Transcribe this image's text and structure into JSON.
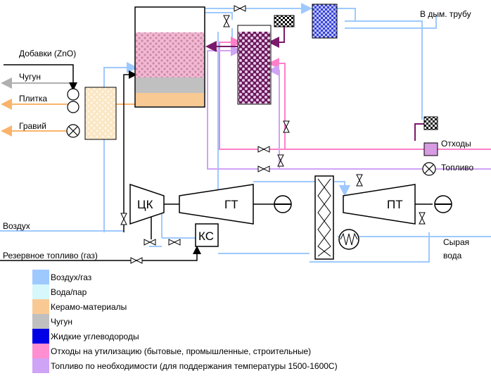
{
  "labels": {
    "to_chimney": "В дым. трубу",
    "additives": "Добавки (ZnO)",
    "cast_iron": "Чугун",
    "tile": "Плитка",
    "gravel": "Гравий",
    "waste": "Отходы",
    "fuel": "Топливо",
    "air": "Воздух",
    "reserve_fuel": "Резервное топливо (газ)",
    "raw_water": "Сырая вода",
    "compressor": "ЦК",
    "gas_turbine": "ГТ",
    "combustion_chamber": "КС",
    "steam_turbine": "ПТ"
  },
  "legend": [
    {
      "color": "#9ec9ff",
      "text": "Воздух/газ"
    },
    {
      "color": "#d6f7fb",
      "text": "Вода/пар"
    },
    {
      "color": "#f9c994",
      "text": "Керамо-материалы"
    },
    {
      "color": "#c0c0c0",
      "text": "Чугун"
    },
    {
      "color": "#0000e6",
      "text": "Жидкие углеводороды"
    },
    {
      "color": "#ff8fd0",
      "text": "Отходы на утилизацию (бытовые, промышленные, строительные)"
    },
    {
      "color": "#cfa3f5",
      "text": "Топливо по необходимости (для поддержания температуры 1500-1600С)"
    }
  ]
}
